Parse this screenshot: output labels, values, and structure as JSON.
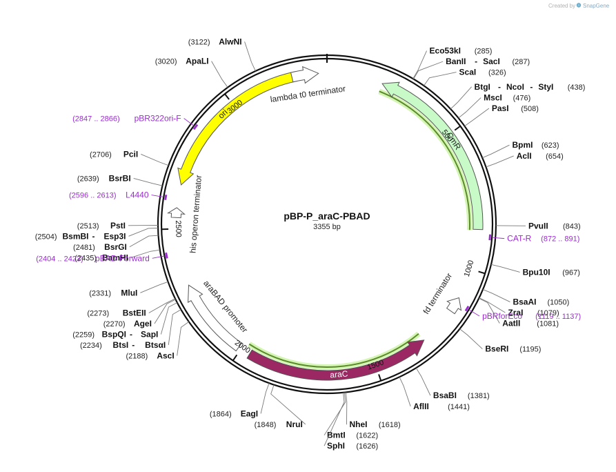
{
  "credit": {
    "prefix": "Created by",
    "brand": "SnapGene"
  },
  "plasmid": {
    "name": "pBP-P_araC-PBAD",
    "length": 3355,
    "length_label": "3355 bp"
  },
  "ticks": [
    "500",
    "1000",
    "1500",
    "2000",
    "2500",
    "3000"
  ],
  "features": [
    {
      "name": "ori",
      "start": 2657,
      "end": 3245,
      "direction": "reverse",
      "color": "#ffff00",
      "label_inside": true
    },
    {
      "name": "lambda t0 terminator",
      "start": 3230,
      "end": 3325,
      "direction": "forward",
      "color": "#ffffff"
    },
    {
      "name": "CmR",
      "start": 200,
      "end": 857,
      "direction": "reverse",
      "color": "#c8fac8",
      "label_inside": true
    },
    {
      "name": "fd terminator",
      "start": 1110,
      "end": 1165,
      "direction": "reverse",
      "color": "#ffffff"
    },
    {
      "name": "araC",
      "start": 1305,
      "end": 1965,
      "direction": "reverse",
      "color": "#9b2863",
      "label_inside": true
    },
    {
      "name": "araBAD promoter",
      "start": 2010,
      "end": 2295,
      "direction": "forward",
      "color": "#ffffff"
    },
    {
      "name": "his operon terminator",
      "start": 2540,
      "end": 2575,
      "direction": "forward",
      "color": "#ffffff"
    }
  ],
  "green_ranges": [
    {
      "start": 200,
      "end": 860
    },
    {
      "start": 1305,
      "end": 1985
    }
  ],
  "sites": [
    {
      "name": "AlwNI",
      "pos": 3122
    },
    {
      "name": "ApaLI",
      "pos": 3020
    },
    {
      "name": "PciI",
      "pos": 2706
    },
    {
      "name": "BsrBI",
      "pos": 2639
    },
    {
      "name": "PstI",
      "pos": 2513
    },
    {
      "names": [
        "BsmBI",
        "Esp3I"
      ],
      "pos": 2504
    },
    {
      "name": "BsrGI",
      "pos": 2481
    },
    {
      "name": "BamHI",
      "pos": 2435
    },
    {
      "name": "MluI",
      "pos": 2331
    },
    {
      "name": "BstEII",
      "pos": 2273
    },
    {
      "name": "AgeI",
      "pos": 2270
    },
    {
      "names": [
        "BspQI",
        "SapI"
      ],
      "pos": 2259
    },
    {
      "names": [
        "BtsI",
        "BtsαI"
      ],
      "pos": 2234
    },
    {
      "name": "AscI",
      "pos": 2188
    },
    {
      "name": "Eco53kI",
      "pos": 285
    },
    {
      "names": [
        "BanII",
        "SacI"
      ],
      "pos": 287
    },
    {
      "name": "ScaI",
      "pos": 326
    },
    {
      "names": [
        "BtgI",
        "NcoI",
        "StyI"
      ],
      "pos": 438
    },
    {
      "name": "MscI",
      "pos": 476
    },
    {
      "name": "PasI",
      "pos": 508
    },
    {
      "name": "BpmI",
      "pos": 623
    },
    {
      "name": "AclI",
      "pos": 654
    },
    {
      "name": "PvuII",
      "pos": 843
    },
    {
      "name": "Bpu10I",
      "pos": 967
    },
    {
      "name": "BsaAI",
      "pos": 1050
    },
    {
      "name": "ZraI",
      "pos": 1079
    },
    {
      "name": "AatII",
      "pos": 1081
    },
    {
      "name": "BseRI",
      "pos": 1195
    },
    {
      "name": "BsaBI",
      "pos": 1381
    },
    {
      "name": "AflII",
      "pos": 1441
    },
    {
      "name": "NheI",
      "pos": 1618
    },
    {
      "name": "BmtI",
      "pos": 1622
    },
    {
      "name": "SphI",
      "pos": 1626
    },
    {
      "name": "EagI",
      "pos": 1864
    },
    {
      "name": "NruI",
      "pos": 1848
    }
  ],
  "primers": [
    {
      "name": "pBR322ori-F",
      "start": 2847,
      "end": 2866
    },
    {
      "name": "L4440",
      "start": 2596,
      "end": 2613
    },
    {
      "name": "pBAD Forward",
      "start": 2404,
      "end": 2423
    },
    {
      "name": "CAT-R",
      "start": 872,
      "end": 891
    },
    {
      "name": "pBRforEco",
      "start": 1119,
      "end": 1137
    }
  ]
}
